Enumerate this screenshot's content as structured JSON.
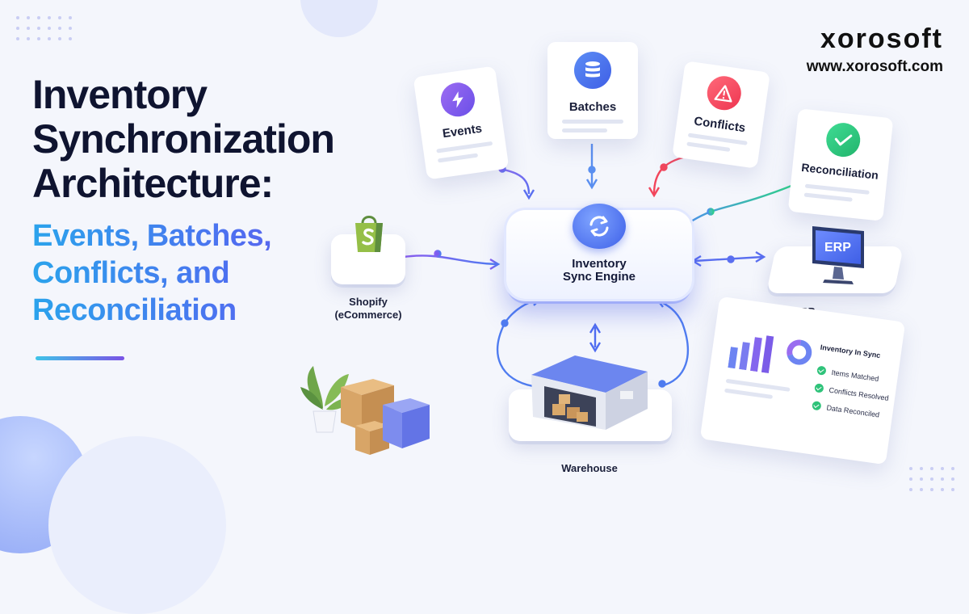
{
  "title": {
    "lines": [
      "Inventory",
      "Synchronization",
      "Architecture:"
    ],
    "subtitle_lines": [
      "Events, Batches,",
      "Conflicts, and",
      "Reconciliation"
    ]
  },
  "brand": {
    "name": "xorosoft",
    "url": "www.xorosoft.com"
  },
  "cards": {
    "events": "Events",
    "batches": "Batches",
    "conflicts": "Conflicts",
    "reconciliation": "Reconciliation"
  },
  "engine": {
    "line1": "Inventory",
    "line2": "Sync Engine"
  },
  "nodes": {
    "shopify": {
      "line1": "Shopify",
      "line2": "(eCommerce)"
    },
    "erp": {
      "label": "ERP",
      "screen_text": "ERP"
    },
    "warehouse": "Warehouse"
  },
  "dashboard": {
    "title": "Inventory In Sync",
    "items": [
      "Items Matched",
      "Conflicts Resolved",
      "Data Reconciled"
    ]
  },
  "colors": {
    "events": "#7b5cf0",
    "batches": "#4a6cf0",
    "conflicts": "#f2465c",
    "reconciliation": "#2fc37a",
    "shopify": "#95bf47",
    "engine": "#4f6cf0",
    "title": "#0f1430"
  }
}
